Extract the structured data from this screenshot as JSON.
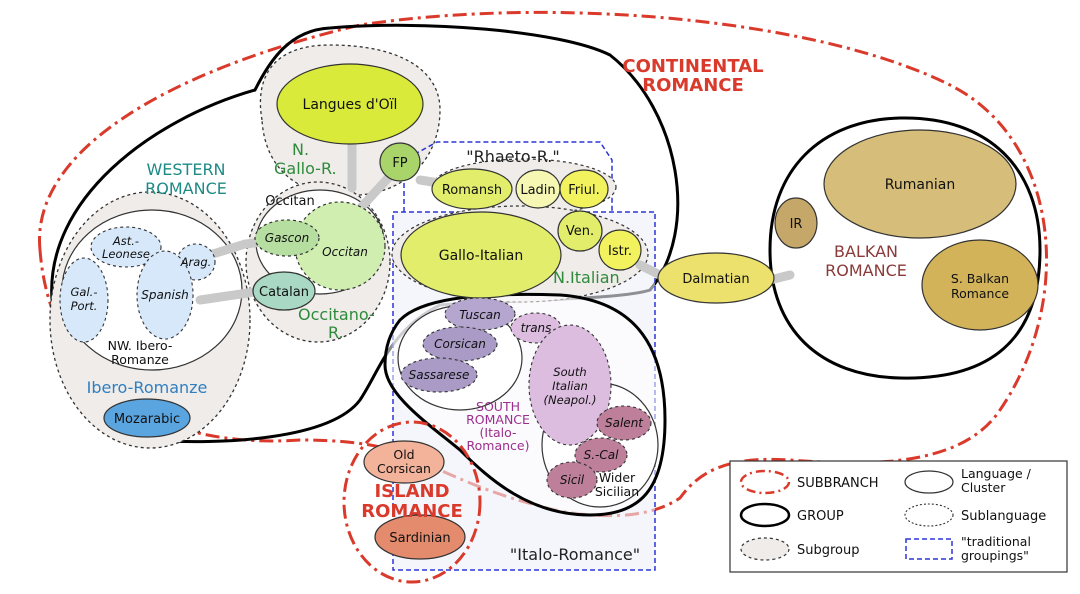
{
  "colors": {
    "subbranch": "#d93a2b",
    "western_label": "#1e8a85",
    "gallo_label": "#2e8b3a",
    "ibero_label": "#2f7fc1",
    "balkan_label": "#8b3a3a",
    "south_label": "#9b2f8f",
    "traditional": "#2b35d6",
    "oil": "#d9ea3a",
    "gallo_italian": "#e2ee6b",
    "pale_yellow": "#f5f7b3",
    "yellow": "#f2f25e",
    "green_fp": "#a8d46a",
    "occitan": "#cfeeb0",
    "gascon": "#b6dea0",
    "catalan": "#a9d9c4",
    "ibero_blue": "#d6e8fa",
    "mozarabic": "#5aa5e0",
    "rumanian": "#d6bd79",
    "ir": "#c5a76a",
    "s_balkan": "#d2b35a",
    "dalmatian": "#ede16d",
    "tuscan": "#b4a6cf",
    "corsican": "#a99bc6",
    "south_italian": "#dcbde0",
    "sicil": "#bd7f99",
    "old_corsican": "#f3b39b",
    "sardinian": "#e48a6d",
    "subgroup_fill": "#efecea"
  },
  "labels": {
    "continental": [
      "CONTINENTAL",
      "ROMANCE"
    ],
    "western": [
      "WESTERN",
      "ROMANCE"
    ],
    "n_gallo": [
      "N.",
      "Gallo-R."
    ],
    "rhaeto": "\"Rhaeto-R.\"",
    "occitan_group": "Occitan",
    "occitano": [
      "Occitano-",
      "R."
    ],
    "n_italian": "N.Italian",
    "ibero_romanze": "Ibero-Romanze",
    "nw_ibero": [
      "NW. Ibero-",
      "Romanze"
    ],
    "balkan": [
      "BALKAN",
      "ROMANCE"
    ],
    "south_romance": [
      "SOUTH",
      "ROMANCE",
      "(Italo-",
      "Romance)"
    ],
    "wider_sicilian": [
      "Wider",
      "Sicilian"
    ],
    "island": [
      "ISLAND",
      "ROMANCE"
    ],
    "italo_romance": "\"Italo-Romance\""
  },
  "languages": {
    "langues_doil": "Langues d'Oïl",
    "fp": "FP",
    "romansh": "Romansh",
    "ladin": "Ladin",
    "friul": "Friul.",
    "gallo_italian": "Gallo-Italian",
    "ven": "Ven.",
    "istr": "Istr.",
    "gascon": "Gascon",
    "occitan": "Occitan",
    "catalan": "Catalan",
    "ast_leonese": [
      "Ast.-",
      "Leonese"
    ],
    "arag": "Arag.",
    "gal_port": [
      "Gal.-",
      "Port."
    ],
    "spanish": "Spanish",
    "mozarabic": "Mozarabic",
    "dalmatian": "Dalmatian",
    "rumanian": "Rumanian",
    "ir": "IR",
    "s_balkan": [
      "S. Balkan",
      "Romance"
    ],
    "tuscan": "Tuscan",
    "trans": "trans",
    "corsican": "Corsican",
    "sassarese": "Sassarese",
    "south_italian": [
      "South",
      "Italian",
      "(Neapol.)"
    ],
    "salent": "Salent",
    "s_cal": "S.-Cal",
    "sicil": "Sicil",
    "old_corsican": [
      "Old",
      "Corsican"
    ],
    "sardinian": "Sardinian"
  },
  "legend": {
    "subbranch": "SUBBRANCH",
    "group": "GROUP",
    "subgroup": "Subgroup",
    "language_cluster": [
      "Language /",
      "Cluster"
    ],
    "sublanguage": "Sublanguage",
    "traditional": [
      "\"traditional",
      "groupings\""
    ]
  }
}
